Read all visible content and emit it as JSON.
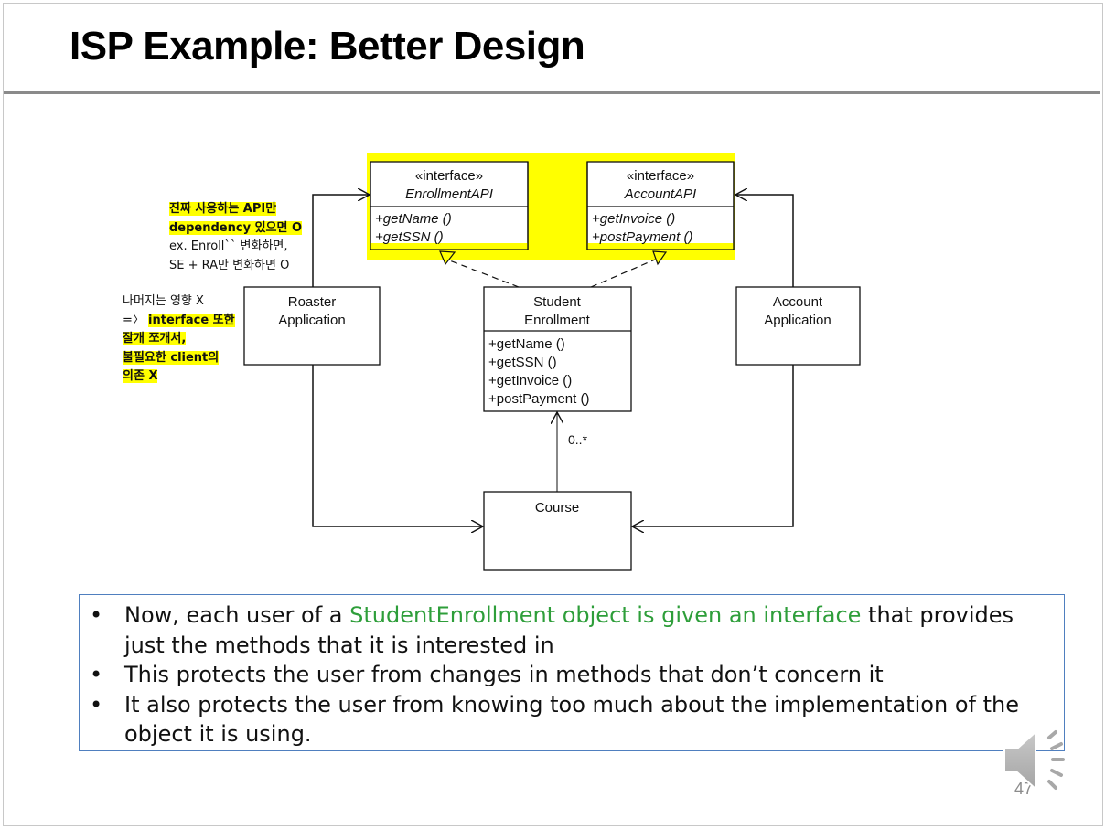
{
  "slide": {
    "title": "ISP Example: Better Design",
    "page_number": "47"
  },
  "diagram": {
    "interfaces": [
      {
        "stereotype": "«interface»",
        "name": "EnrollmentAPI",
        "methods": [
          "+getName ()",
          "+getSSN ()"
        ]
      },
      {
        "stereotype": "«interface»",
        "name": "AccountAPI",
        "methods": [
          "+getInvoice ()",
          "+postPayment ()"
        ]
      }
    ],
    "classes": {
      "roaster": {
        "name_line1": "Roaster",
        "name_line2": "Application"
      },
      "student_enrollment": {
        "name_line1": "Student",
        "name_line2": "Enrollment",
        "methods": [
          "+getName ()",
          "+getSSN ()",
          "+getInvoice ()",
          "+postPayment ()"
        ]
      },
      "account": {
        "name_line1": "Account",
        "name_line2": "Application"
      },
      "course": {
        "name": "Course"
      }
    },
    "multiplicity": "0..*",
    "highlight_color": "#ffff00"
  },
  "notes": {
    "note1": {
      "lines": [
        {
          "text": "진짜 사용하는 API만",
          "highlight": true
        },
        {
          "text": "dependency 있으면 O",
          "highlight": true
        },
        {
          "text": "ex. Enroll`` 변화하면,",
          "highlight": false
        },
        {
          "text": "SE + RA만 변화하면 O",
          "highlight": false
        }
      ]
    },
    "note2": {
      "line1": "나머지는 영향 X",
      "line2_prefix": "=〉",
      "line2_hl": "interface 또한",
      "line3": "잘개 쪼개서,",
      "line4": "불필요한 client의",
      "line5": "의존 X"
    }
  },
  "bullets": {
    "dot": "•",
    "items": [
      {
        "prefix": "Now, each user of a ",
        "highlight": "StudentEnrollment object is given an interface",
        "suffix": " that provides just the methods that it is interested in"
      },
      {
        "text": "This protects the user from changes in methods that don’t concern it"
      },
      {
        "text": "It also protects the user from knowing too much about the implementation of the object it is using."
      }
    ],
    "highlight_color": "#2e9e3a",
    "border_color": "#4f7fbf"
  },
  "icons": {
    "speaker": "speaker-icon"
  }
}
